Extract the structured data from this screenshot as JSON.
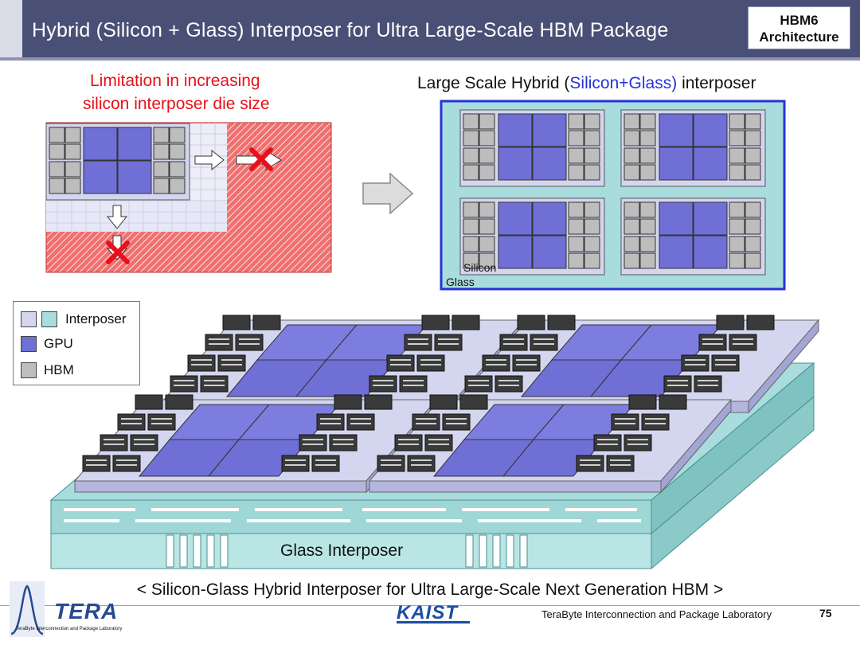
{
  "header": {
    "title": "Hybrid (Silicon + Glass) Interposer for Ultra Large-Scale HBM Package",
    "badge_line1": "HBM6",
    "badge_line2": "Architecture"
  },
  "left_panel": {
    "limitation_line1": "Limitation in increasing",
    "limitation_line2": "silicon interposer die size"
  },
  "right_panel": {
    "title_prefix": "Large Scale Hybrid (",
    "title_highlight": "Silicon+Glass)",
    "title_suffix": " interposer",
    "silicon_label": "Silicon",
    "glass_label": "Glass"
  },
  "legend": {
    "interposer": "Interposer",
    "gpu": "GPU",
    "hbm": "HBM"
  },
  "iso_diagram": {
    "glass_interposer_label": "Glass Interposer"
  },
  "caption": "< Silicon-Glass Hybrid Interposer for Ultra Large-Scale Next Generation HBM >",
  "footer": {
    "lab_name": "TeraByte Interconnection and Package Laboratory",
    "page_number": "75",
    "tera_logo": "TERA",
    "tera_subtitle": "TeraByte Interconnection and Package Laboratory",
    "kaist_logo": "KAIST"
  },
  "colors": {
    "header_bg": "#4a4f76",
    "gpu": "#6f6fd6",
    "hbm": "#bdbdbd",
    "silicon_interposer": "#d4d6f0",
    "glass": "#a9dcdc",
    "limit_red": "#e8101a",
    "hybrid_border": "#2533d6"
  },
  "icons": [
    "arrow-right-icon",
    "arrow-down-icon",
    "cross-icon",
    "big-arrow-right-icon"
  ]
}
